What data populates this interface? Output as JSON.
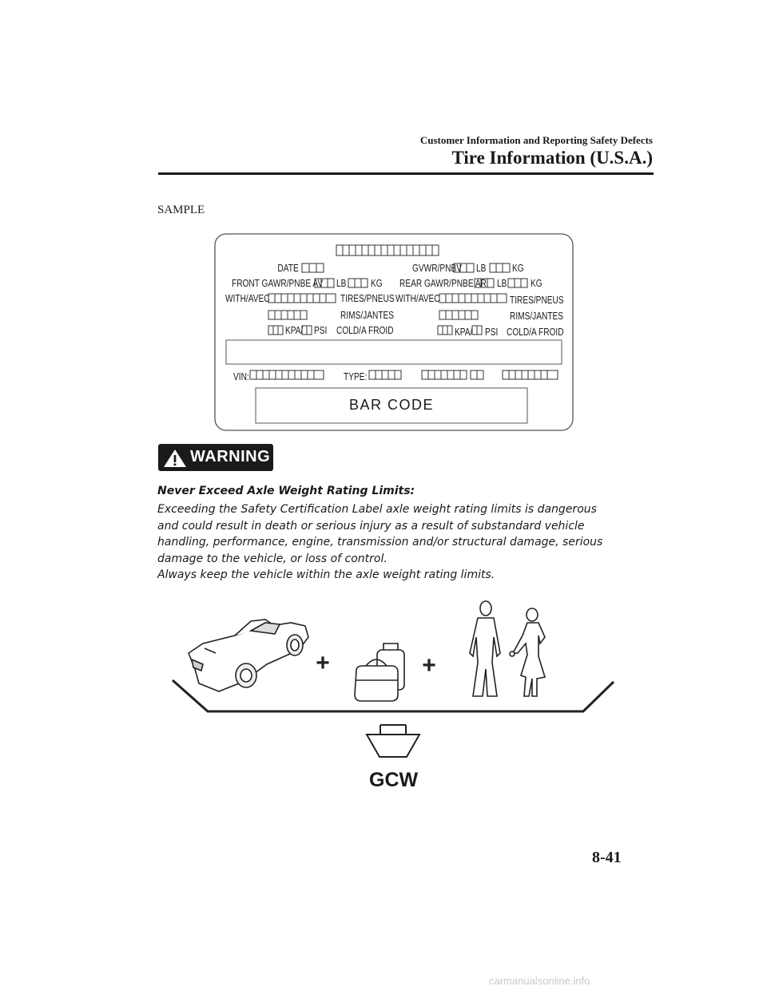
{
  "header": {
    "section": "Customer Information and Reporting Safety Defects",
    "title": "Tire Information (U.S.A.)"
  },
  "sample_label": "SAMPLE",
  "tire_label": {
    "date": "DATE",
    "gvwr": "GVWR/PNBV",
    "lb": "LB",
    "kg": "KG",
    "front_gawr": "FRONT GAWR/PNBE AV",
    "rear_gawr": "REAR GAWR/PNBE AR",
    "with_avec": "WITH/AVEC",
    "tires_pneus": "TIRES/PNEUS",
    "rims_jantes": "RIMS/JANTES",
    "kpa": "KPA/",
    "psi": "PSI",
    "cold_froid": "COLD/A FROID",
    "vin": "VIN:",
    "type": "TYPE:",
    "bar_code": "BAR CODE"
  },
  "warning": {
    "badge": "WARNING",
    "heading": "Never Exceed Axle Weight Rating Limits:",
    "body": "Exceeding the Safety Certification Label axle weight rating limits is dangerous and could result in death or serious injury as a result of substandard vehicle handling, performance, engine, transmission and/or structural damage, serious damage to the vehicle, or loss of control.",
    "note": "Always keep the vehicle within the axle weight rating limits."
  },
  "diagram": {
    "plus": "+",
    "result": "GCW"
  },
  "page_number": "8-41",
  "watermark": "carmanualsonline.info"
}
